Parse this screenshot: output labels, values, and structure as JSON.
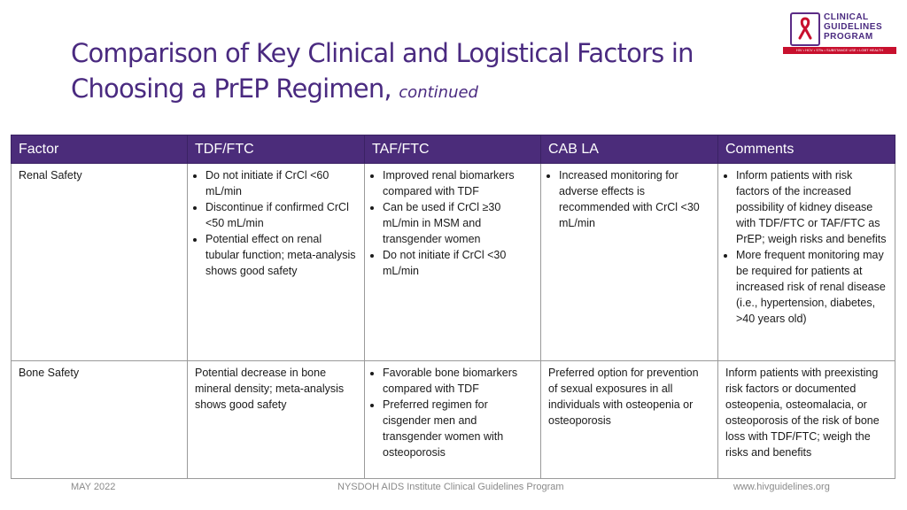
{
  "header": {
    "title": "Comparison of Key Clinical and Logistical Factors in Choosing a PrEP Regimen,",
    "title_suffix": "continued"
  },
  "logo": {
    "lines": [
      "CLINICAL",
      "GUIDELINES",
      "PROGRAM"
    ],
    "tagline": "HIV • HCV • STIs • SUBSTANCE USE • LGBT HEALTH",
    "brand_color": "#4a2a80",
    "ribbon_color": "#c8102e"
  },
  "table": {
    "header_color": "#4b2c7a",
    "columns": [
      "Factor",
      "TDF/FTC",
      "TAF/FTC",
      "CAB LA",
      "Comments"
    ],
    "rows": [
      {
        "factor": "Renal Safety",
        "tdf_ftc": [
          "Do not initiate if CrCl <60 mL/min",
          "Discontinue if confirmed CrCl <50 mL/min",
          "Potential effect on renal tubular function; meta-analysis shows good safety"
        ],
        "taf_ftc": [
          "Improved renal biomarkers compared with TDF",
          "Can be used if CrCl ≥30 mL/min in MSM and transgender women",
          "Do not initiate if CrCl <30 mL/min"
        ],
        "cab_la": [
          "Increased monitoring for adverse effects is recommended with CrCl <30 mL/min"
        ],
        "comments": [
          "Inform patients with risk factors of the increased possibility of kidney disease with TDF/FTC or TAF/FTC as PrEP; weigh risks and benefits",
          "More frequent monitoring may be required for patients at increased risk of renal disease (i.e., hypertension, diabetes, >40 years old)"
        ]
      },
      {
        "factor": "Bone Safety",
        "tdf_ftc": "Potential decrease in bone mineral density; meta-analysis shows good safety",
        "taf_ftc": [
          "Favorable bone biomarkers compared with TDF",
          "Preferred regimen for cisgender men and transgender women with osteoporosis"
        ],
        "cab_la": "Preferred option for prevention of sexual exposures in all individuals with osteopenia or osteoporosis",
        "comments": "Inform patients with preexisting risk factors or documented osteopenia, osteomalacia, or osteoporosis of the risk of bone loss with TDF/FTC; weigh the risks and benefits"
      }
    ]
  },
  "footer": {
    "date": "MAY 2022",
    "center": "NYSDOH AIDS Institute Clinical Guidelines Program",
    "url": "www.hivguidelines.org"
  }
}
